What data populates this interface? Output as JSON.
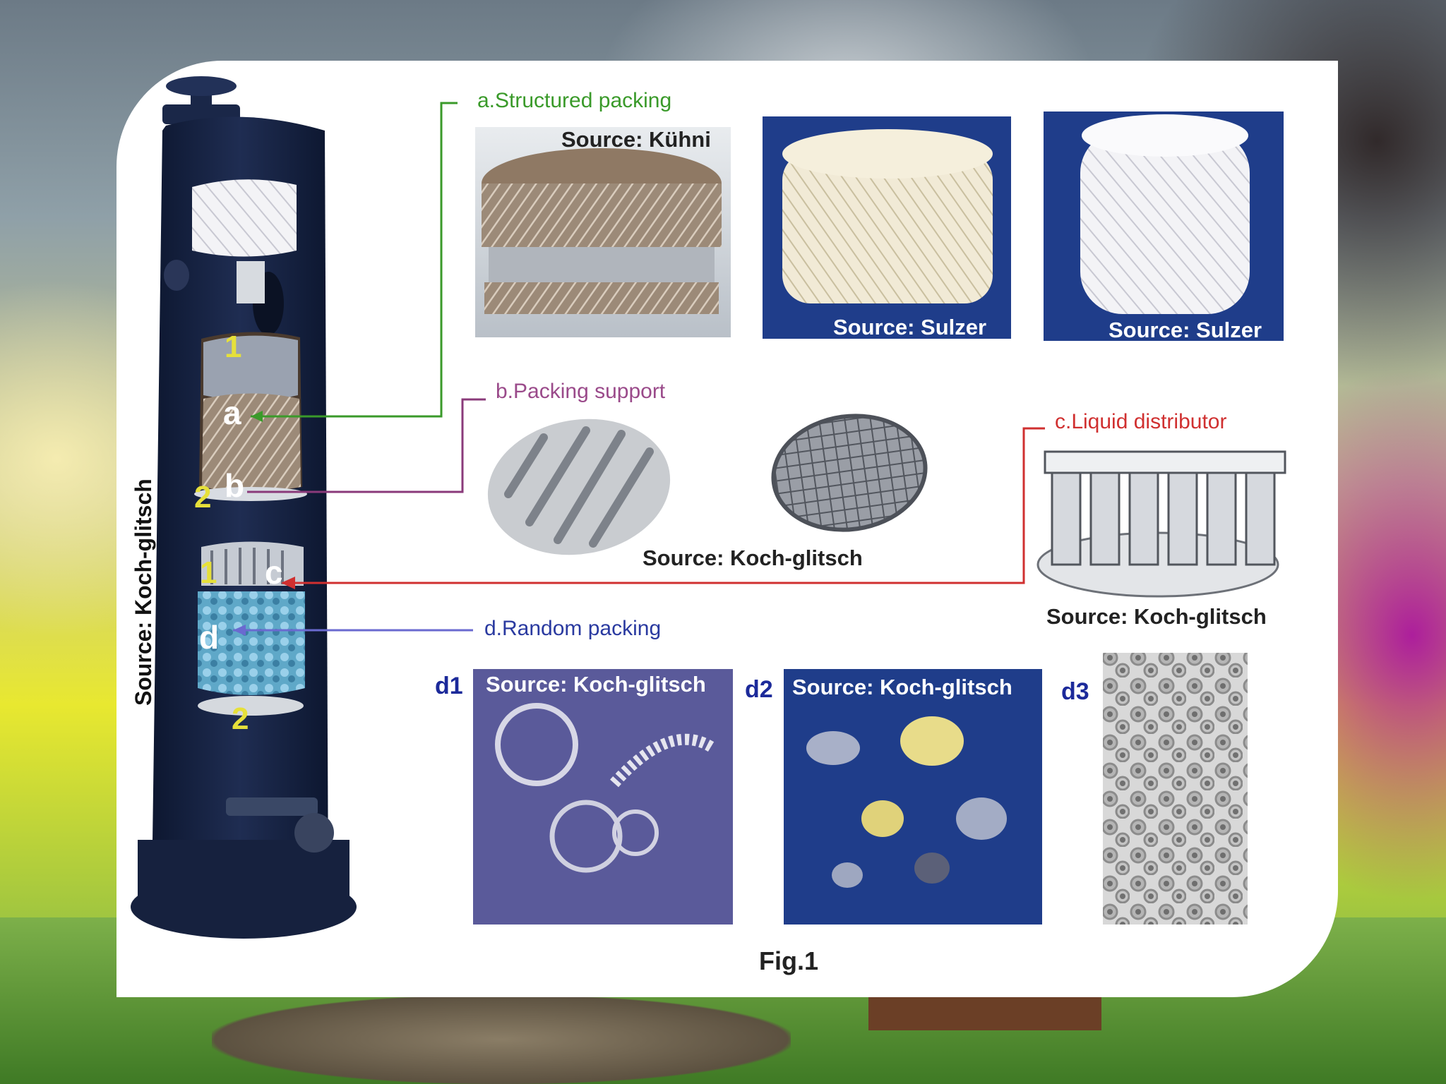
{
  "figure": {
    "caption": "Fig.1",
    "column_source": "Source: Koch-glitsch",
    "column_labels": {
      "one_top": "1",
      "a": "a",
      "two_top": "2",
      "b": "b",
      "one_mid": "1",
      "c": "c",
      "d": "d",
      "two_bottom": "2"
    },
    "sections": {
      "a": {
        "title": "a.Structured packing",
        "sources": [
          "Source: Kühni",
          "Source: Sulzer",
          "Source: Sulzer"
        ]
      },
      "b": {
        "title": "b.Packing support",
        "source": "Source: Koch-glitsch"
      },
      "c": {
        "title": "c.Liquid distributor",
        "source": "Source: Koch-glitsch"
      },
      "d": {
        "title": "d.Random packing",
        "items": [
          {
            "label": "d1",
            "source": "Source: Koch-glitsch"
          },
          {
            "label": "d2",
            "source": "Source: Koch-glitsch"
          },
          {
            "label": "d3"
          }
        ]
      }
    },
    "colors": {
      "a_line": "#3a9a2a",
      "b_line": "#8a3a7a",
      "c_line": "#d03030",
      "d_line": "#6a6ad0",
      "column": "#16213e",
      "photo_blue": "#1f3d8a",
      "random_purple": "#5a5a9a"
    }
  }
}
